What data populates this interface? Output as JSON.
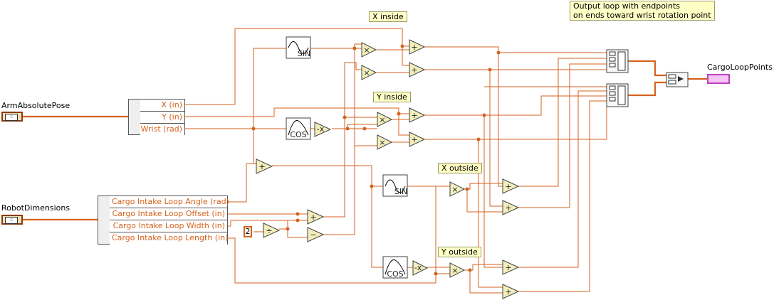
{
  "terminals": {
    "arm_pose": "ArmAbsolutePose",
    "robot_dimensions": "RobotDimensions",
    "cargo_loop_points": "CargoLoopPoints"
  },
  "unbundle_arm": {
    "fields": [
      "X (in)",
      "Y (in)",
      "Wrist (rad)"
    ]
  },
  "unbundle_robot": {
    "fields": [
      "Cargo Intake Loop Angle (rad)",
      "Cargo Intake Loop Offset (in)",
      "Cargo Intake Loop Width (in)",
      "Cargo Intake Loop Length (in)"
    ]
  },
  "constant_two": "2",
  "labels": {
    "x_inside": "X inside",
    "y_inside": "Y inside",
    "x_outside": "X outside",
    "y_outside": "Y outside",
    "comment_line1": "Output loop with endpoints",
    "comment_line2": "on ends toward wrist rotation point"
  },
  "functions": {
    "sin": "SIN",
    "cos": "COS",
    "negate": "-x",
    "add": "+",
    "subtract": "−",
    "multiply": "×",
    "divide": "÷"
  },
  "colors": {
    "wire": "#d4621c",
    "node_fill": "#f3efbd",
    "cluster_wire": "#8c3a12",
    "output_indicator": "#c040c0"
  }
}
